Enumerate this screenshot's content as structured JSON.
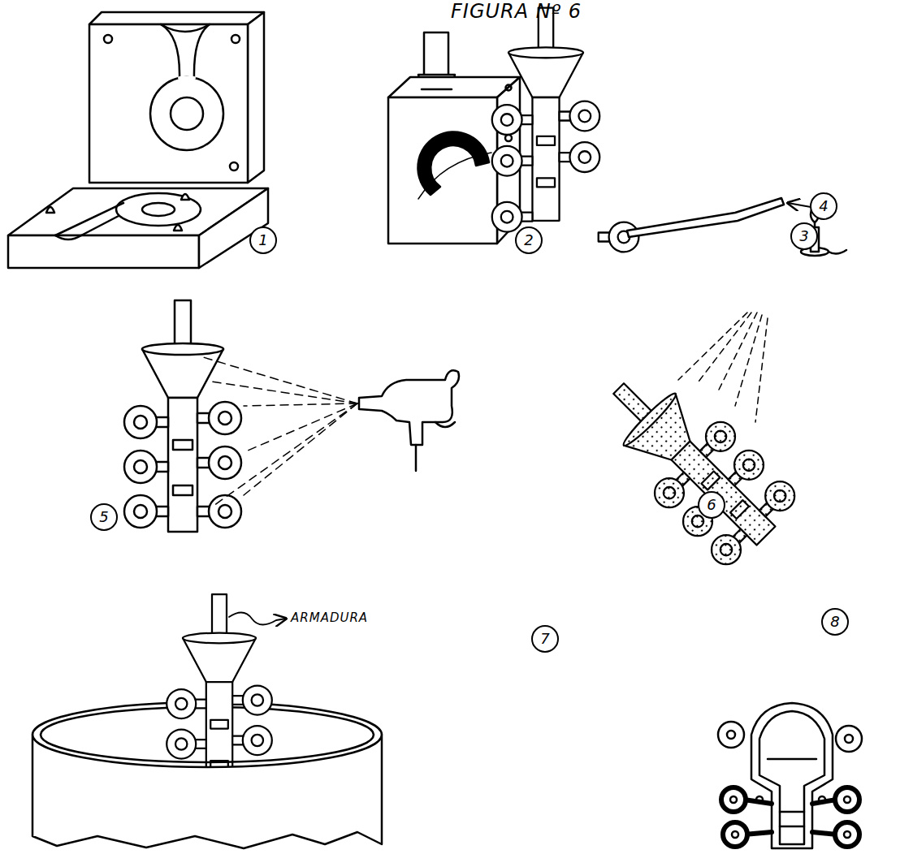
{
  "diagram": {
    "title": "FIGURA Nº 6",
    "labels": [
      "1",
      "2",
      "3",
      "4",
      "5",
      "6",
      "7",
      "ARMADURA",
      "8"
    ]
  }
}
